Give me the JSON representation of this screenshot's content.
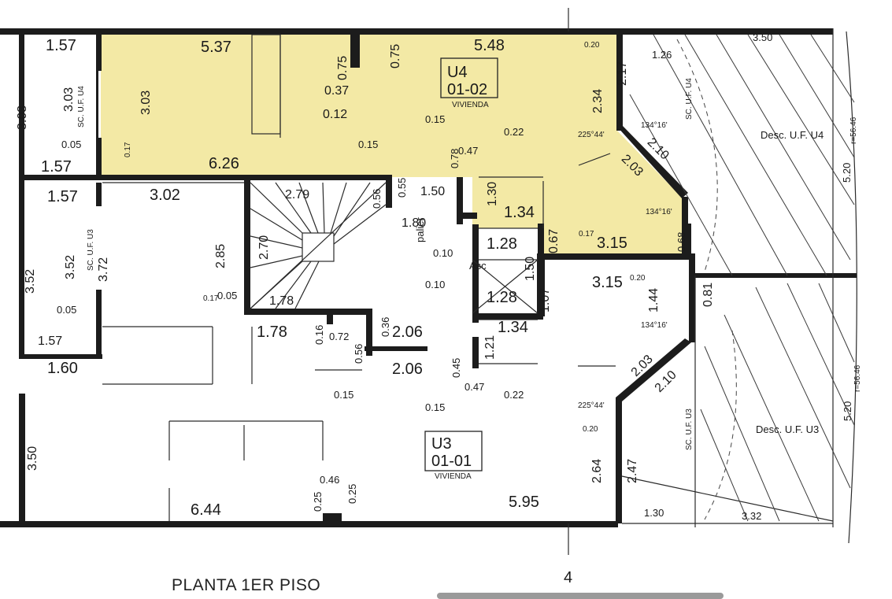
{
  "plan": {
    "title": "PLANTA 1ER PISO",
    "axis_label": "4",
    "highlight_color": "#f3e9a5",
    "wall_color": "#1c1c1c",
    "units": [
      {
        "name": "U4",
        "code": "01-02",
        "type": "VIVIENDA"
      },
      {
        "name": "U3",
        "code": "01-01",
        "type": "VIVIENDA"
      }
    ],
    "rooms": {
      "palier": "palier",
      "asc": "Asc",
      "desc_u4": "Desc. U.F. U4",
      "desc_u3": "Desc. U.F. U3",
      "sc_u4_small": "SC. U.F. U4",
      "sc_u3_small": "SC. U.F. U3",
      "sc_u4_right": "SC. U.F. U4",
      "sc_u3_right": "SC. U.F. U3"
    },
    "dimensions": {
      "d_537": "5.37",
      "d_548": "5.48",
      "d_626": "6.26",
      "d_302": "3.02",
      "d_157a": "1.57",
      "d_157b": "1.57",
      "d_157c": "1.57",
      "d_157d": "1.57",
      "d_160": "1.60",
      "d_303a": "3.03",
      "d_303b": "3.03",
      "d_303c": "3.03",
      "d_352a": "3.52",
      "d_352b": "3.52",
      "d_372": "3.72",
      "d_285": "2.85",
      "d_350": "3.50",
      "d_644": "6.44",
      "d_595": "5.95",
      "d_234": "2.34",
      "d_217": "2.17",
      "d_315a": "3.15",
      "d_315b": "3.15",
      "d_134a": "1.34",
      "d_134b": "1.34",
      "d_128a": "1.28",
      "d_128b": "1.28",
      "d_150a": "1.50",
      "d_150b": "1.50",
      "d_130": "1.30",
      "d_180": "1.80",
      "d_178a": "1.78",
      "d_178b": "1.78",
      "d_206a": "2.06",
      "d_206b": "2.06",
      "d_279": "2.79",
      "d_270": "2.70",
      "d_203a": "2.03",
      "d_203b": "2.03",
      "d_210a": "2.10",
      "d_210b": "2.10",
      "d_264": "2.64",
      "d_247": "2.47",
      "d_144": "1.44",
      "d_107": "1.07",
      "d_121": "1.21",
      "d_075a": "0.75",
      "d_075b": "0.75",
      "d_037": "0.37",
      "d_012": "0.12",
      "d_015a": "0.15",
      "d_015b": "0.15",
      "d_015c": "0.15",
      "d_015d": "0.15",
      "d_022a": "0.22",
      "d_022b": "0.22",
      "d_078": "0.78",
      "d_047a": "0.47",
      "d_047b": "0.47",
      "d_055": "0.55",
      "d_056a": "0.56",
      "d_056b": "0.56",
      "d_017a": "0.17",
      "d_017b": "0.17",
      "d_017c": "0.17",
      "d_005a": "0.05",
      "d_005b": "0.05",
      "d_005c": "0.05",
      "d_010a": "0.10",
      "d_010b": "0.10",
      "d_016": "0.16",
      "d_072": "0.72",
      "d_036": "0.36",
      "d_045": "0.45",
      "d_046": "0.46",
      "d_025a": "0.25",
      "d_025b": "0.25",
      "d_067": "0.67",
      "d_081": "0.81",
      "d_020a": "0.20",
      "d_020b": "0.20",
      "d_020c": "0.20",
      "d_068": "0.68",
      "d_126": "1.26",
      "d_130b": "1.30",
      "d_350r": "3.50",
      "d_332": "3.32",
      "d_520a": "5.20",
      "d_520b": "5.20",
      "d_a1": "225°44'",
      "d_a2": "225°44'",
      "d_a3": "134°16'",
      "d_a4": "134°16'",
      "d_a5": "134°16'",
      "d_r1": "r=56.46",
      "d_r2": "r=56.46"
    }
  }
}
